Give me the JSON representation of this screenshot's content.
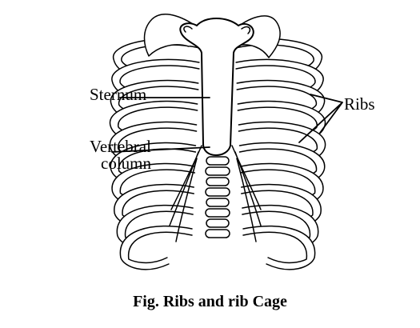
{
  "diagram": {
    "labels": {
      "sternum": "Sternum",
      "vertebral_line1": "Vertebral",
      "vertebral_line2": "column",
      "ribs": "Ribs"
    },
    "caption": "Fig. Ribs and rib Cage",
    "colors": {
      "stroke": "#000000",
      "bone_fill": "#ffffff",
      "background": "#ffffff"
    }
  }
}
